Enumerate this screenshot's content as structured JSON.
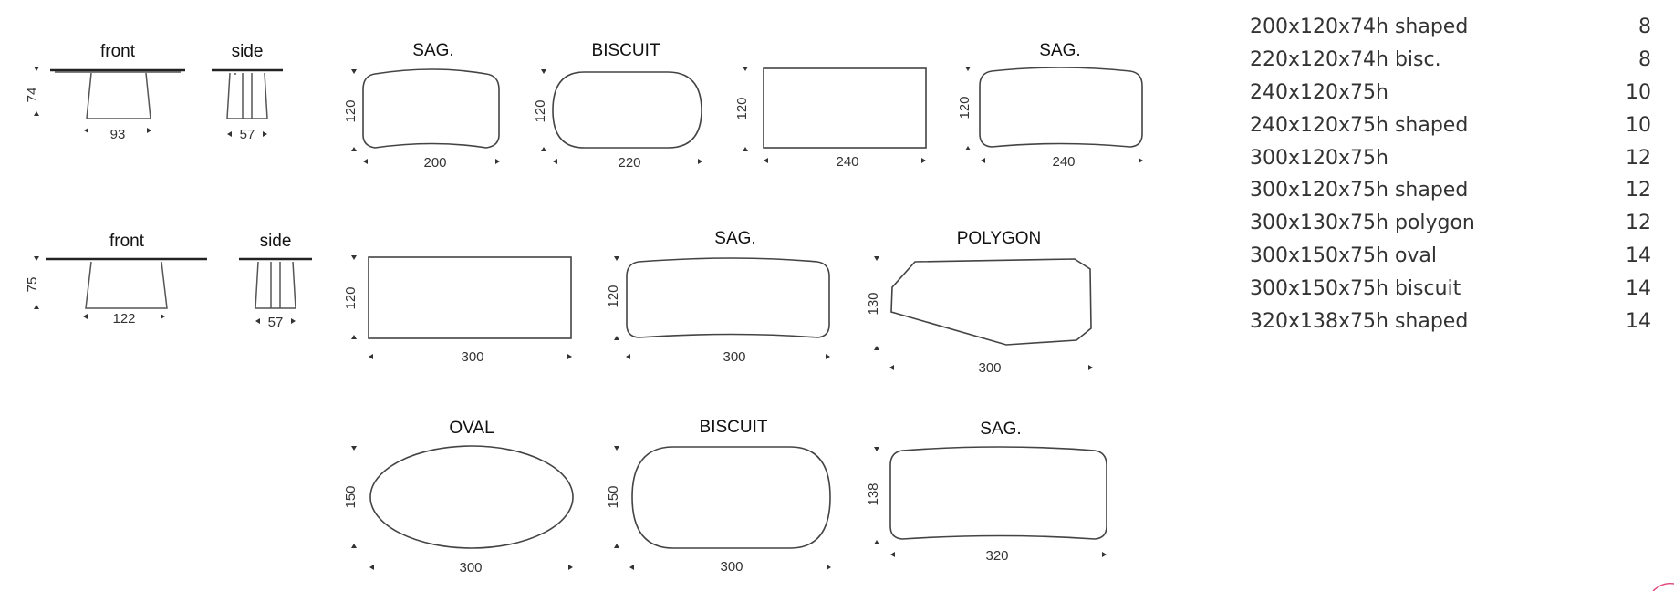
{
  "views": {
    "row1_front": {
      "title": "front",
      "height": "74",
      "width": "93"
    },
    "row1_side": {
      "title": "side",
      "width": "57"
    },
    "row2_front": {
      "title": "front",
      "height": "75",
      "width": "122"
    },
    "row2_side": {
      "title": "side",
      "width": "57"
    }
  },
  "tops": [
    {
      "title": "SAG.",
      "w": "200",
      "h": "120"
    },
    {
      "title": "BISCUIT",
      "w": "220",
      "h": "120"
    },
    {
      "title": "",
      "w": "240",
      "h": "120"
    },
    {
      "title": "SAG.",
      "w": "240",
      "h": "120"
    },
    {
      "title": "",
      "w": "300",
      "h": "120"
    },
    {
      "title": "SAG.",
      "w": "300",
      "h": "120"
    },
    {
      "title": "POLYGON",
      "w": "300",
      "h": "130"
    },
    {
      "title": "OVAL",
      "w": "300",
      "h": "150"
    },
    {
      "title": "BISCUIT",
      "w": "300",
      "h": "150"
    },
    {
      "title": "SAG.",
      "w": "320",
      "h": "138"
    }
  ],
  "size_table": [
    {
      "size": "200x120x74h shaped",
      "seats": "8"
    },
    {
      "size": "220x120x74h bisc.",
      "seats": "8"
    },
    {
      "size": "240x120x75h",
      "seats": "10"
    },
    {
      "size": "240x120x75h shaped",
      "seats": "10"
    },
    {
      "size": "300x120x75h",
      "seats": "12"
    },
    {
      "size": "300x120x75h shaped",
      "seats": "12"
    },
    {
      "size": "300x130x75h polygon",
      "seats": "12"
    },
    {
      "size": "300x150x75h oval",
      "seats": "14"
    },
    {
      "size": "300x150x75h biscuit",
      "seats": "14"
    },
    {
      "size": "320x138x75h shaped",
      "seats": "14"
    }
  ]
}
